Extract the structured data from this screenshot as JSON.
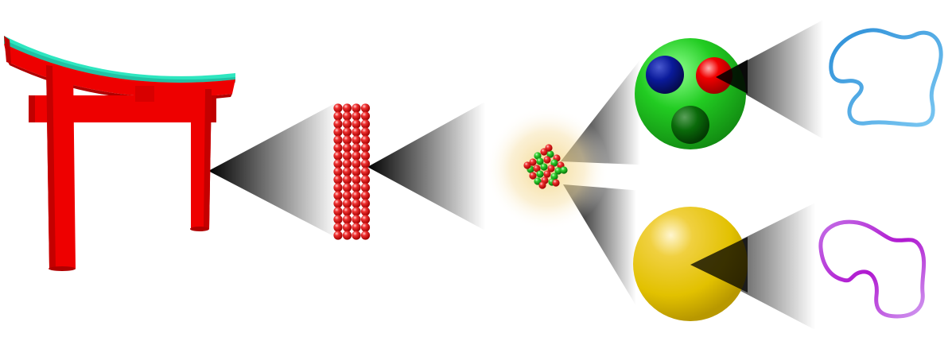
{
  "diagram": {
    "kind": "scale-zoom",
    "stages": [
      {
        "id": "torii-gate",
        "depiction": "torii-gate-icon"
      },
      {
        "id": "atom-lattice",
        "depiction": "atom-lattice-icon"
      },
      {
        "id": "nucleus",
        "depiction": "nucleus-icon"
      },
      {
        "id": "nucleon-with-quarks",
        "depiction": "nucleon-icon"
      },
      {
        "id": "gold-particle",
        "depiction": "particle-sphere-icon"
      },
      {
        "id": "string-loop-blue",
        "depiction": "string-loop-icon"
      },
      {
        "id": "string-loop-purple",
        "depiction": "string-loop-icon"
      }
    ],
    "colors": {
      "torii": "#ee0000",
      "torii_roof": "#2ee6c0",
      "lattice_atom": "#e02020",
      "nucleon_green": "#22c022",
      "quark_blue": "#0a1a9a",
      "quark_red": "#e80000",
      "quark_green": "#0a6a0a",
      "gold": "#e2c100",
      "glow": "#f5dd9a",
      "string_blue": "#3aa8e6",
      "string_purple": "#c060e0",
      "zoom_cone": "#000000"
    }
  }
}
